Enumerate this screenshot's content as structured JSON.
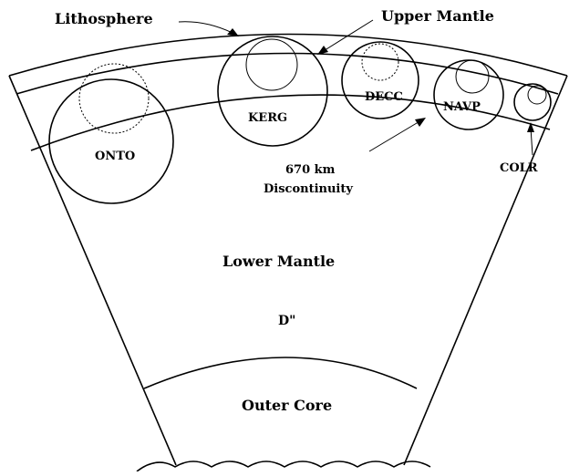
{
  "labels": {
    "lithosphere": "Lithosphere",
    "upper_mantle": "Upper Mantle",
    "discontinuity_line1": "670 km",
    "discontinuity_line2": "Discontinuity",
    "lower_mantle": "Lower Mantle",
    "d_double_prime": "D\"",
    "outer_core": "Outer Core"
  },
  "plumes": [
    {
      "name": "ONTO"
    },
    {
      "name": "KERG"
    },
    {
      "name": "DECC"
    },
    {
      "name": "NAVP"
    },
    {
      "name": "COLR"
    }
  ]
}
